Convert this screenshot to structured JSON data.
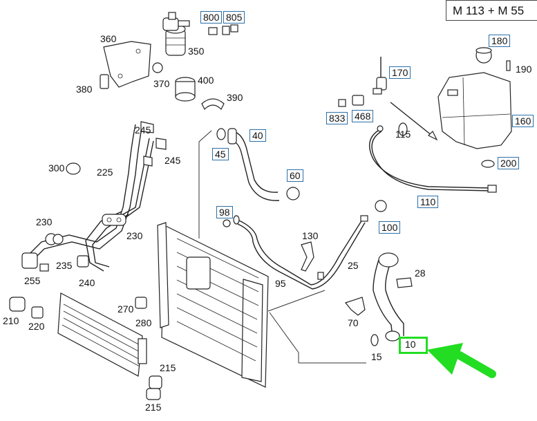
{
  "title": "M 113 + M 55",
  "highlight_color": "#22dd22",
  "box_color": "#2a6fa8",
  "parts": {
    "p800": "800",
    "p805": "805",
    "p360": "360",
    "p350": "350",
    "p380": "380",
    "p370": "370",
    "p400": "400",
    "p390": "390",
    "p180": "180",
    "p190": "190",
    "p170": "170",
    "p160": "160",
    "p833": "833",
    "p468": "468",
    "p115": "115",
    "p200": "200",
    "p110": "110",
    "p245a": "245",
    "p245b": "245",
    "p300": "300",
    "p225": "225",
    "p40": "40",
    "p45": "45",
    "p60": "60",
    "p98": "98",
    "p100": "100",
    "p130": "130",
    "p95": "95",
    "p25": "25",
    "p28": "28",
    "p230a": "230",
    "p230b": "230",
    "p235": "235",
    "p240": "240",
    "p255": "255",
    "p210": "210",
    "p220": "220",
    "p270": "270",
    "p280": "280",
    "p70": "70",
    "p10": "10",
    "p15": "15",
    "p215a": "215",
    "p215b": "215"
  }
}
